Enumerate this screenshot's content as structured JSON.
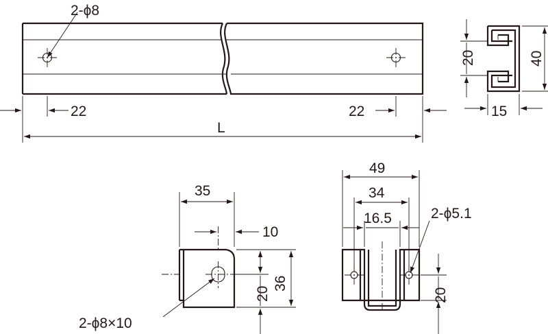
{
  "rail_front": {
    "hole_label": "2-ϕ8",
    "left_offset": "22",
    "right_offset": "22",
    "length_label": "L"
  },
  "rail_section": {
    "inner_height": "20",
    "outer_height": "40",
    "width": "15"
  },
  "bracket_side": {
    "width": "35",
    "offset": "10",
    "height_small": "20",
    "height_total": "36",
    "slot_label": "2-ϕ8×10"
  },
  "bracket_front": {
    "width_total": "49",
    "width_inner": "34",
    "width_center": "16.5",
    "hole_label": "2-ϕ5.1",
    "height": "20"
  }
}
